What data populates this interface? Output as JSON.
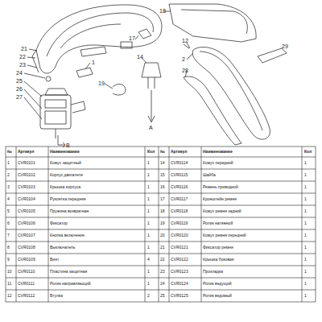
{
  "diagram": {
    "labels": [
      "21",
      "22",
      "23",
      "24",
      "25",
      "26",
      "27",
      "18",
      "12",
      "17",
      "14",
      "19",
      "1",
      "2",
      "28",
      "29",
      "A",
      "B",
      "№",
      "Артикул",
      "Наименование",
      "Кол",
      "№",
      "Артикул",
      "Наименование",
      "Кол",
      "1",
      "CVR0101",
      "Кожух защитный",
      "1",
      "14",
      "CVR0114",
      "Кожух передний",
      "1",
      "2",
      "CVR0102",
      "Корпус двигателя",
      "1",
      "15",
      "CVR0115",
      "Шайба",
      "1",
      "3",
      "CVR0103",
      "Крышка корпуса",
      "1",
      "16",
      "CVR0116",
      "Ремень приводной",
      "1",
      "4",
      "CVR0104",
      "Рукоятка передняя",
      "1",
      "17",
      "CVR0117",
      "Кронштейн ремня",
      "1",
      "5",
      "CVR0105",
      "Пружина возвратная",
      "1",
      "18",
      "CVR0118",
      "Кожух ремня задний",
      "1",
      "6",
      "CVR0106",
      "Фиксатор",
      "1",
      "19",
      "CVR0119",
      "Ролик натяжной",
      "1",
      "7",
      "CVR0107",
      "Кнопка включения",
      "1",
      "20",
      "CVR0120",
      "Кожух ремня передний",
      "1",
      "8",
      "CVR0108",
      "Выключатель",
      "1",
      "21",
      "CVR0121",
      "Фиксатор ремня",
      "1",
      "9",
      "CVR0109",
      "Винт",
      "4",
      "22",
      "CVR0122",
      "Крышка боковая",
      "1",
      "10",
      "CVR0110",
      "Пластина защитная",
      "1",
      "23",
      "CVR0123",
      "Прокладка",
      "1",
      "11",
      "CVR0111",
      "Ролик направляющий",
      "1",
      "24",
      "CVR0124",
      "Ролик ведущий",
      "1",
      "12",
      "CVR0112",
      "Втулка",
      "2",
      "25",
      "CVR0125",
      "Ролик ведомый",
      "1"
    ]
  }
}
